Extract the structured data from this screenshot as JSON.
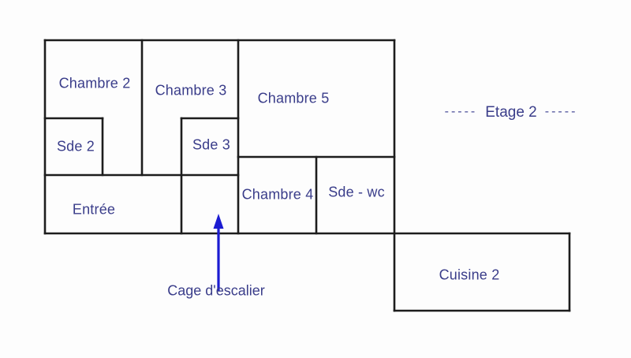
{
  "colors": {
    "wall": "#1d1d1d",
    "label_text": "#3a3d8a",
    "arrow": "#1c1cd2",
    "background": "#fdfdfd"
  },
  "floor_label": {
    "dashes_left": "-----",
    "text": "Etage 2",
    "dashes_right": "-----"
  },
  "rooms": [
    {
      "name": "chambre-2",
      "label": "Chambre 2"
    },
    {
      "name": "chambre-3",
      "label": "Chambre 3"
    },
    {
      "name": "chambre-5",
      "label": "Chambre 5"
    },
    {
      "name": "sde-2",
      "label": "Sde 2"
    },
    {
      "name": "sde-3",
      "label": "Sde 3"
    },
    {
      "name": "entree",
      "label": "Entrée"
    },
    {
      "name": "chambre-4",
      "label": "Chambre 4"
    },
    {
      "name": "sde-wc",
      "label": "Sde - wc"
    },
    {
      "name": "cuisine-2",
      "label": "Cuisine 2"
    }
  ],
  "annotation": {
    "label": "Cage d'escalier"
  }
}
